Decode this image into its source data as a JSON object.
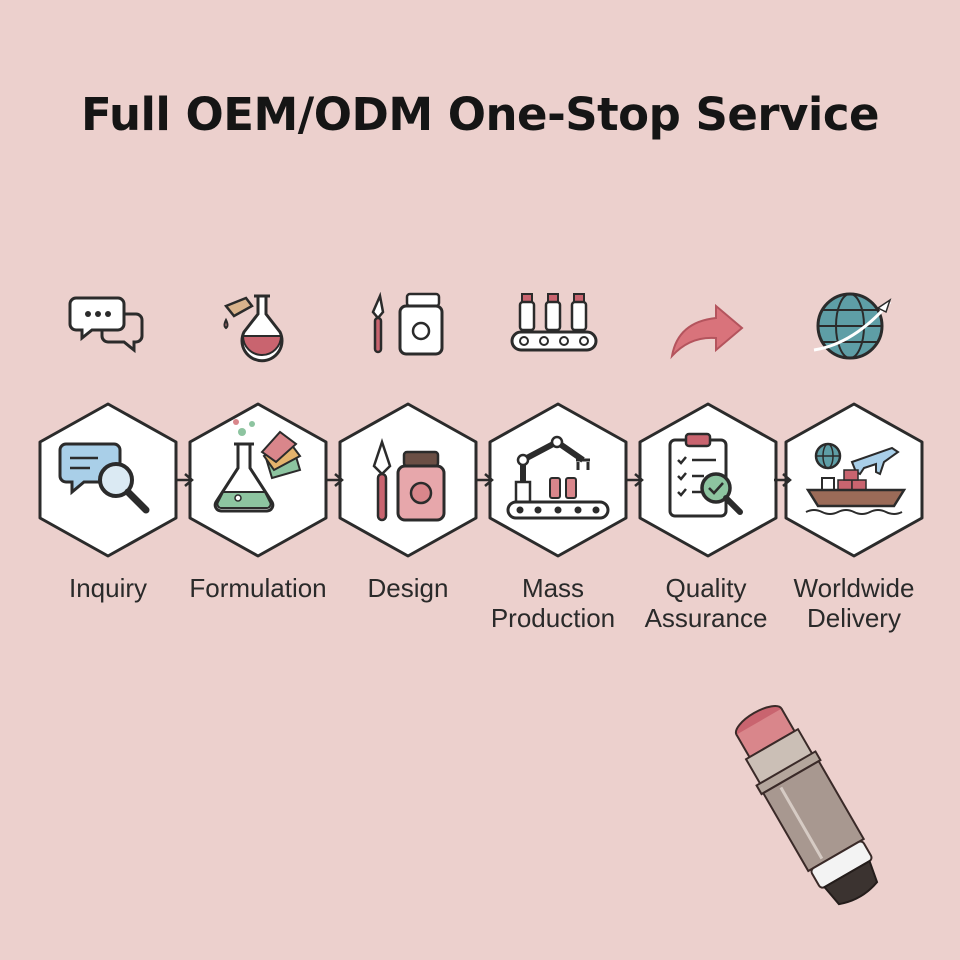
{
  "title": "Full OEM/ODM One-Stop Service",
  "colors": {
    "background": "#ecd0cd",
    "hex_fill": "#ffffff",
    "outline": "#2b2b2b",
    "pink": "#d9868b",
    "blue": "#a9cfe8",
    "teal": "#5e9ea6",
    "green": "#8dc4a0"
  },
  "steps": [
    {
      "label_lines": [
        "Inquiry"
      ],
      "icon": "chat-magnifier-icon",
      "top_icon": "speech-bubbles-icon"
    },
    {
      "label_lines": [
        "Formulation"
      ],
      "icon": "flask-swatches-icon",
      "top_icon": "dropper-flask-icon"
    },
    {
      "label_lines": [
        "Design"
      ],
      "icon": "spatula-jar-icon",
      "top_icon": "spatula-jar-small-icon"
    },
    {
      "label_lines": [
        "Mass",
        "Production"
      ],
      "icon": "robot-arm-conveyor-icon",
      "top_icon": "conveyor-bottles-icon"
    },
    {
      "label_lines": [
        "Quality",
        "Assurance"
      ],
      "icon": "clipboard-check-icon",
      "top_icon": "curved-arrow-icon"
    },
    {
      "label_lines": [
        "Worldwide",
        "Delivery"
      ],
      "icon": "ship-plane-globe-icon",
      "top_icon": "globe-plane-icon"
    }
  ]
}
